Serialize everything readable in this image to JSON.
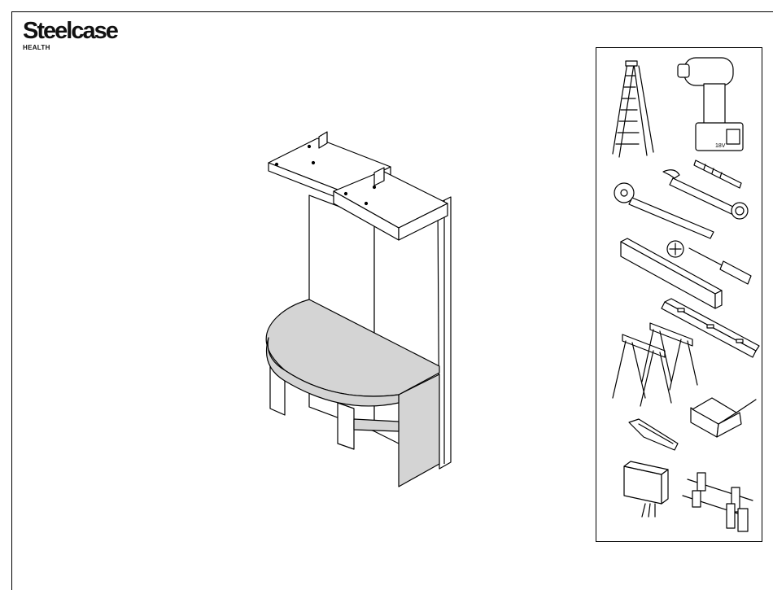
{
  "brand": {
    "name": "Steelcase",
    "division": "HEALTH"
  },
  "drawing": {
    "subject": "desk-with-overhead-storage"
  },
  "tools_panel": {
    "drill_battery_label": "18V",
    "tools": [
      "step-ladder",
      "cordless-drill",
      "drill-bit",
      "socket-ratchet",
      "combination-wrench",
      "wood-block",
      "phillips-screwdriver",
      "phillips-bit",
      "level",
      "sawhorses",
      "safety-glasses",
      "utility-knife",
      "sanding-block",
      "bar-clamps"
    ]
  },
  "colors": {
    "line": "#000000",
    "surface": "#d4d4d4",
    "paper": "#ffffff"
  }
}
